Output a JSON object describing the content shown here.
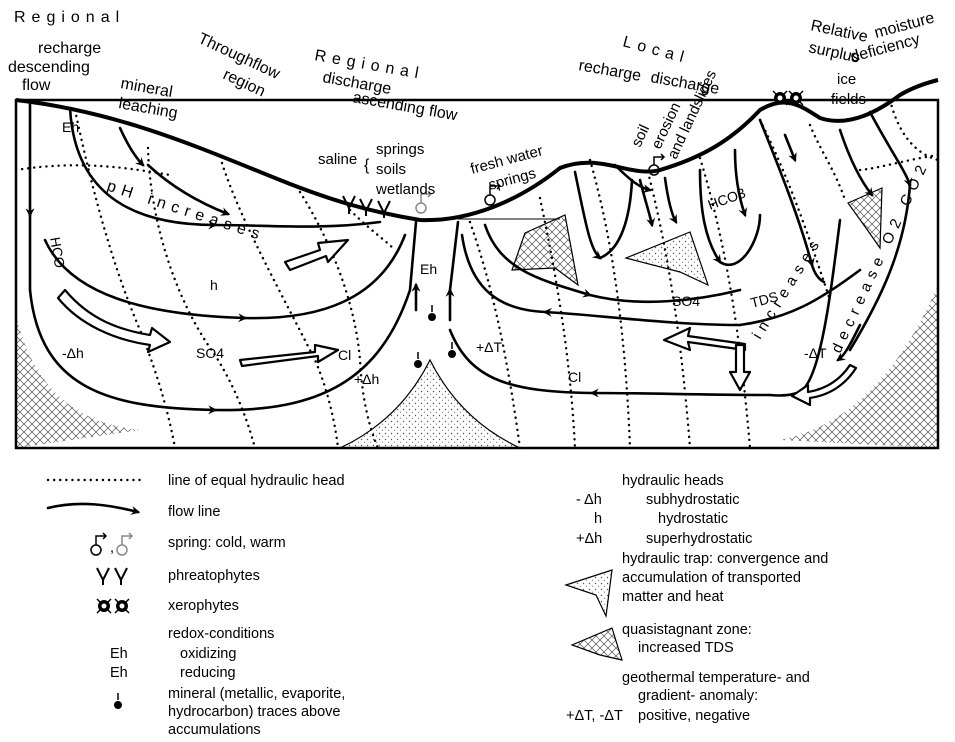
{
  "top_labels": {
    "regional_recharge_1": "Regional",
    "regional_recharge_2": "recharge",
    "descending_flow_1": "descending",
    "descending_flow_2": "flow",
    "mineral_leaching_1": "mineral",
    "mineral_leaching_2": "leaching",
    "throughflow_1": "Throughflow",
    "throughflow_2": "region",
    "regional_discharge_1": "Regional",
    "regional_discharge_2": "discharge",
    "regional_discharge_3": "ascending flow",
    "local_1": "Local",
    "local_2": "recharge",
    "local_3": "discharge",
    "soil_erosion_1": "soil",
    "soil_erosion_2": "erosion",
    "soil_erosion_3": "and landslides",
    "relative_1": "Relative",
    "relative_2": "surplus",
    "moisture_1": "moisture",
    "moisture_2": "deficiency",
    "ice_1": "ice",
    "ice_2": "fields",
    "saline": "saline",
    "springs": "springs",
    "soils": "soils",
    "wetlands": "wetlands",
    "fresh_water_1": "fresh water",
    "fresh_water_2": "springs"
  },
  "in_diagram": {
    "eh_left": "Eh",
    "eh_center": "Eh",
    "hco_left": "HCO",
    "hco_right": "HCO3",
    "ph_increases": "pH increases",
    "h": "h",
    "minus_dh": "-Δh",
    "plus_dh": "+Δh",
    "so4_left": "SO4",
    "so4_right": "SO4",
    "cl_center": "Cl",
    "cl_bottom": "Cl",
    "plus_dt": "+ΔT",
    "minus_dt": "-ΔT",
    "tds": "TDS",
    "increases": "increases",
    "decrease": "decrease O2 CO2"
  },
  "legend_left": {
    "head_line": "line of equal hydraulic head",
    "flow_line": "flow line",
    "spring": "spring: cold, warm",
    "phreatophytes": "phreatophytes",
    "xerophytes": "xerophytes",
    "redox_1": "redox-conditions",
    "redox_2": "oxidizing",
    "redox_3": "reducing",
    "eh_ox": "Eh",
    "eh_red": "Eh",
    "mineral_1": "mineral (metallic, evaporite,",
    "mineral_2": "hydrocarbon) traces above",
    "mineral_3": "accumulations"
  },
  "legend_right": {
    "heads_title": "hydraulic heads",
    "sym_sub": "- Δh",
    "sub": "subhydrostatic",
    "sym_hydro": "h",
    "hydro": "hydrostatic",
    "sym_super": "+Δh",
    "super": "superhydrostatic",
    "trap_1": "hydraulic trap: convergence and",
    "trap_2": "accumulation of transported",
    "trap_3": "matter and heat",
    "quasi_1": "quasistagnant zone:",
    "quasi_2": "increased TDS",
    "geo_1": "geothermal temperature- and",
    "geo_2": "gradient- anomaly:",
    "geo_sym": "+ΔT,  -ΔT",
    "geo_3": "positive, negative"
  },
  "colors": {
    "ink": "#000000",
    "background": "#ffffff"
  }
}
